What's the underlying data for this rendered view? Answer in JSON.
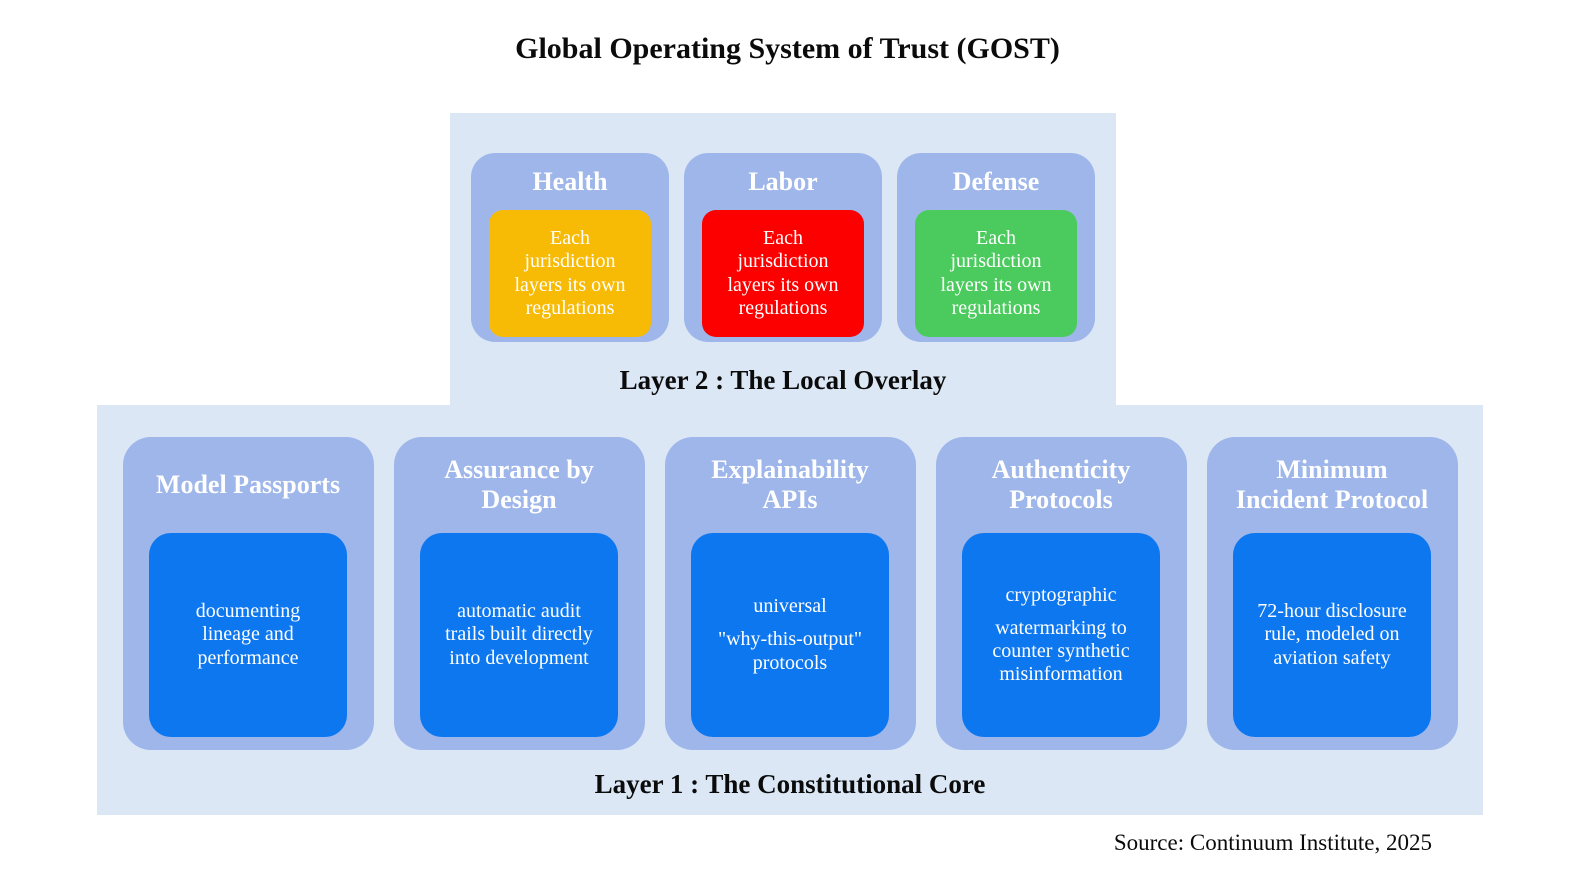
{
  "title": "Global Operating System of Trust (GOST)",
  "source": "Source: Continuum Institute, 2025",
  "colors": {
    "panel_background": "#dbe7f5",
    "card_background": "#9eb6e9",
    "core_inner_blue": "#0d77f0",
    "health_yellow": "#f7ba05",
    "labor_red": "#fc0000",
    "defense_green": "#4bcb5e",
    "text_on_cards": "#ffffff",
    "label_text": "#0b0b0b"
  },
  "layer2": {
    "label": "Layer 2 : The Local Overlay",
    "cards": [
      {
        "title": "Health",
        "color": "#f7ba05",
        "body": [
          "Each\njurisdiction\nlayers its own\nregulations"
        ]
      },
      {
        "title": "Labor",
        "color": "#fc0000",
        "body": [
          "Each\njurisdiction\nlayers its own\nregulations"
        ]
      },
      {
        "title": "Defense",
        "color": "#4bcb5e",
        "body": [
          "Each\njurisdiction\nlayers its own\nregulations"
        ]
      }
    ]
  },
  "layer1": {
    "label": "Layer 1 : The Constitutional Core",
    "cards": [
      {
        "title": "Model Passports",
        "body": [
          "documenting\nlineage and\nperformance"
        ]
      },
      {
        "title": "Assurance by\nDesign",
        "body": [
          "automatic audit\ntrails built directly\ninto development"
        ]
      },
      {
        "title": "Explainability\nAPIs",
        "body": [
          "universal",
          "\"why-this-output\"\nprotocols"
        ]
      },
      {
        "title": "Authenticity\nProtocols",
        "body": [
          "cryptographic",
          "watermarking to\ncounter synthetic\nmisinformation"
        ]
      },
      {
        "title": "Minimum\nIncident Protocol",
        "body": [
          "72-hour disclosure\nrule, modeled on\naviation safety"
        ]
      }
    ]
  }
}
